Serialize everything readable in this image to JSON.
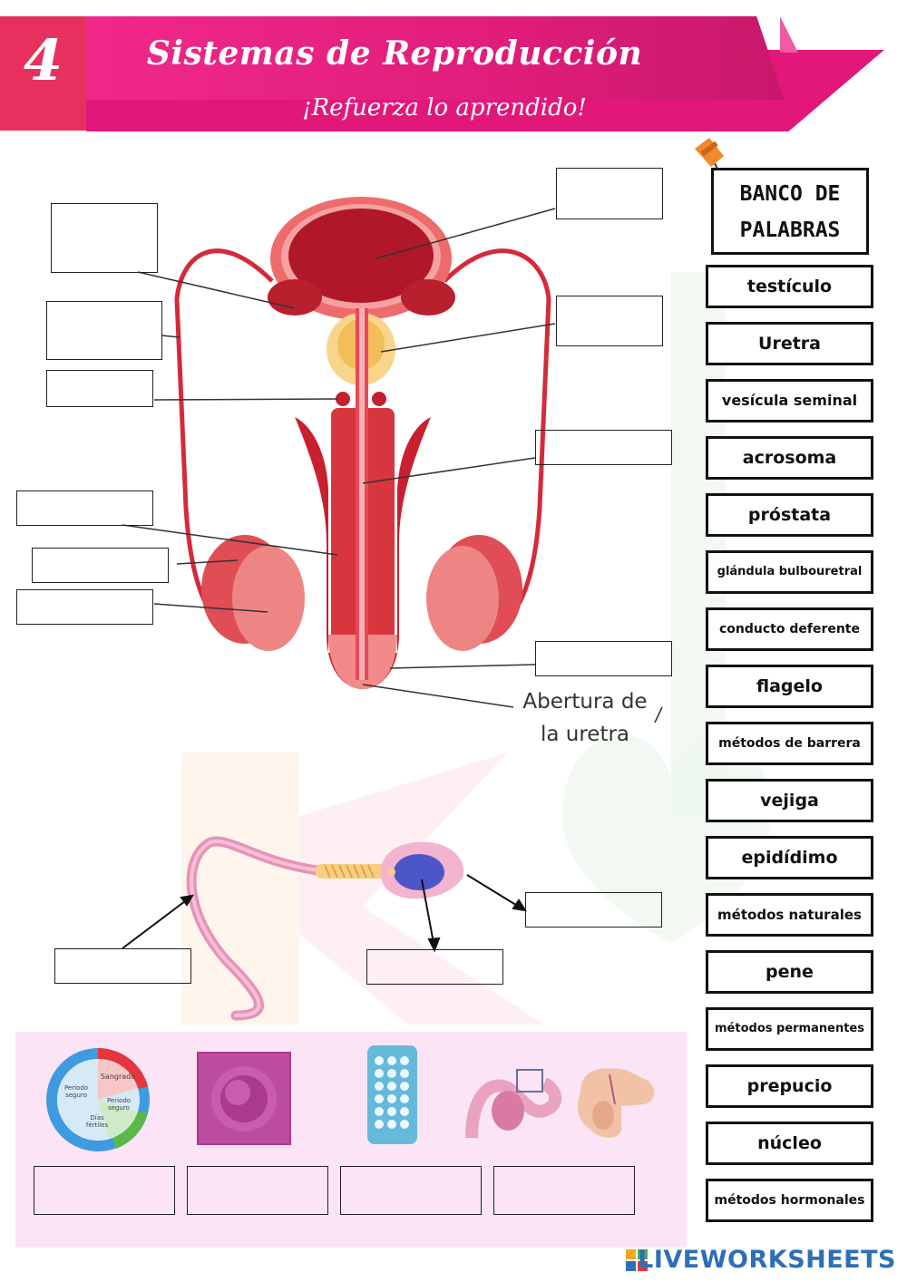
{
  "header": {
    "number": "4",
    "title": "Sistemas de Reproducción",
    "subtitle": "¡Refuerza lo aprendido!"
  },
  "diagram": {
    "caption_line1": "Abertura de",
    "caption_line2": "la uretra"
  },
  "word_bank": {
    "title_line1": "BANCO DE",
    "title_line2": "PALABRAS",
    "words": [
      "testículo",
      "Uretra",
      "vesícula seminal",
      "acrosoma",
      "próstata",
      "glándula bulbouretral",
      "conducto deferente",
      "flagelo",
      "métodos de barrera",
      "vejiga",
      "epidídimo",
      "métodos naturales",
      "pene",
      "métodos permanentes",
      "prepucio",
      "núcleo",
      "métodos hormonales"
    ]
  },
  "calendar_labels": {
    "sangrado": "Sangrado",
    "periodo_seguro_a": "Periodo seguro",
    "periodo_seguro_b": "Periodo seguro",
    "dias_fertiles": "Días fértiles"
  },
  "footer": {
    "brand": "LIVEWORKSHEETS"
  },
  "colors": {
    "header_pink": "#e2177a",
    "number_block": "#e6315f",
    "anatomy_red": "#d42a3a",
    "panel_pink": "#fbe4f6",
    "footer_blue": "#2d6fb8"
  }
}
